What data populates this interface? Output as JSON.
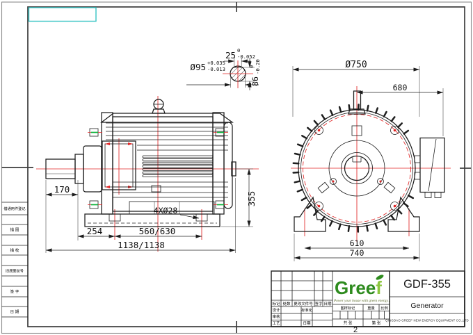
{
  "sheet": {
    "number": "2"
  },
  "margin": {
    "labels": [
      "借通用件登记",
      "描  图",
      "描  校",
      "旧底图总号",
      "签  字",
      "日  期"
    ]
  },
  "detail": {
    "key_width": "25",
    "key_width_tol_up": "0",
    "key_width_tol_low": "-0.052",
    "shaft_dia": "Ø95",
    "shaft_dia_tol_up": "+0.035",
    "shaft_dia_tol_low": "-0.013",
    "flat_height": "86",
    "flat_height_tol_up": "0",
    "flat_height_tol_low": "-0.20"
  },
  "side_view": {
    "shaft_length": "170",
    "foot_offset": "254",
    "foot_span": "560/630",
    "total_length": "1138/1138",
    "foot_holes": "4XØ28",
    "center_height": "355"
  },
  "front_view": {
    "outer_dia": "Ø750",
    "box_offset": "680",
    "foot_hole_span": "610",
    "base_width": "740"
  },
  "title_block": {
    "model": "GDF-355",
    "product": "Generator",
    "company": "QINGDAO GREEF NEW ENERGY EQUIPMENT CO.,LTD",
    "logo_main": "Gree",
    "logo_f": "f",
    "logo_tagline": "Power your house with green energy...",
    "labels": {
      "mark": "标记",
      "qty": "处数",
      "change_doc": "更改文件号",
      "sign": "签字",
      "date": "日期",
      "design": "设计",
      "standard": "标准化",
      "check": "审核",
      "process": "工艺",
      "date2": "日期",
      "drawing_mark": "图样标记",
      "weight": "重量",
      "scale": "比例",
      "total_sheets": "共  张",
      "sheet_no": "第  张"
    }
  }
}
